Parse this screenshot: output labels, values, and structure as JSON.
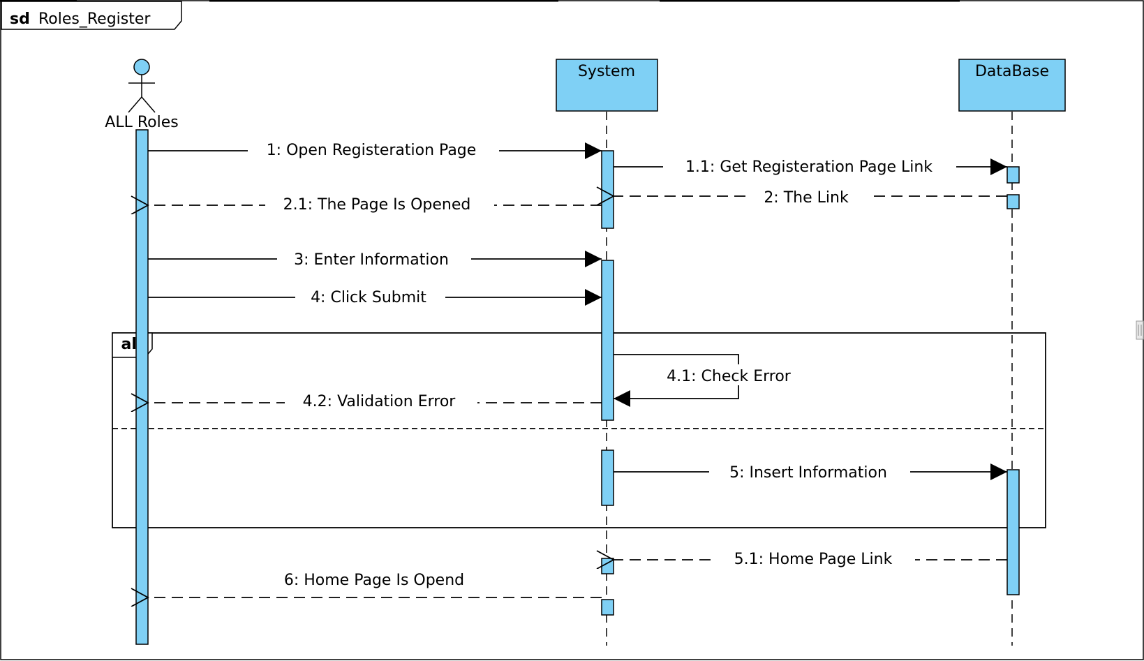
{
  "frame": {
    "kind": "sd",
    "name": "Roles_Register"
  },
  "participants": [
    {
      "id": "actor",
      "label": "ALL Roles",
      "type": "actor"
    },
    {
      "id": "system",
      "label": "System",
      "type": "object"
    },
    {
      "id": "database",
      "label": "DataBase",
      "type": "object"
    }
  ],
  "messages": [
    {
      "id": "m1",
      "label": "1: Open Registeration Page",
      "from": "actor",
      "to": "system",
      "style": "sync"
    },
    {
      "id": "m11",
      "label": "1.1: Get Registeration Page Link",
      "from": "system",
      "to": "database",
      "style": "sync"
    },
    {
      "id": "m2",
      "label": "2: The Link",
      "from": "database",
      "to": "system",
      "style": "reply"
    },
    {
      "id": "m21",
      "label": "2.1: The Page Is Opened",
      "from": "system",
      "to": "actor",
      "style": "reply"
    },
    {
      "id": "m3",
      "label": "3: Enter Information",
      "from": "actor",
      "to": "system",
      "style": "sync"
    },
    {
      "id": "m4",
      "label": "4: Click Submit",
      "from": "actor",
      "to": "system",
      "style": "sync"
    },
    {
      "id": "m41",
      "label": "4.1: Check Error",
      "from": "system",
      "to": "system",
      "style": "self"
    },
    {
      "id": "m42",
      "label": "4.2: Validation Error",
      "from": "system",
      "to": "actor",
      "style": "reply"
    },
    {
      "id": "m5",
      "label": "5: Insert Information",
      "from": "system",
      "to": "database",
      "style": "sync"
    },
    {
      "id": "m51",
      "label": "5.1: Home Page Link",
      "from": "database",
      "to": "system",
      "style": "reply"
    },
    {
      "id": "m6",
      "label": "6: Home Page Is Opend",
      "from": "system",
      "to": "actor",
      "style": "reply"
    }
  ],
  "fragments": [
    {
      "operator": "alt"
    }
  ],
  "colors": {
    "fill": "#7fd0f5",
    "stroke": "#000000",
    "background": "#ffffff"
  }
}
